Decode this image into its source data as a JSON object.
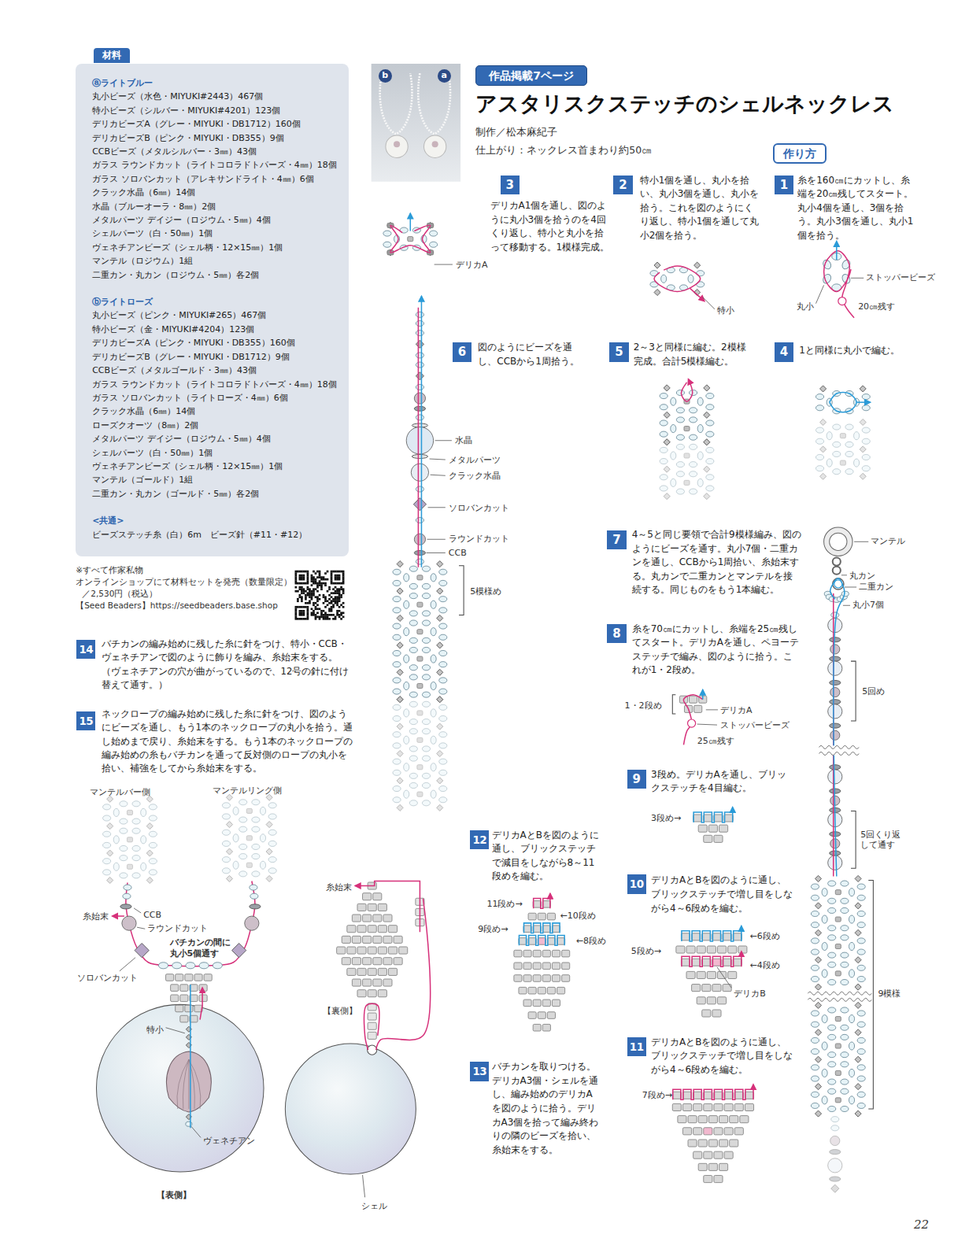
{
  "diagram": {
    "title": "アスタリスクステッチのシェルネックレス",
    "nodes": [
      {
        "text": [
          "材料"
        ]
      },
      {
        "text": [
          "ⓐライトブルー",
          "丸小ビーズ（水色・MIYUKI#2443）467個",
          "特小ビーズ（シルバー・MIYUKI#4201）123個",
          "デリカビーズA（グレー・MIYUKI・DB1712）160個",
          "デリカビーズB（ピンク・MIYUKI・DB355）9個",
          "CCBビーズ（メタルシルバー・3㎜）43個",
          "ガラス ラウンドカット（ライトコロラドトパーズ・4㎜）18個",
          "ガラス ソロバンカット（アレキサンドライト・4㎜）6個",
          "クラック水晶（6㎜）14個",
          "水晶（ブルーオーラ・8㎜）2個",
          "メタルパーツ デイジー（ロジウム・5㎜）4個",
          "シェルパーツ（白・50㎜）1個",
          "ヴェネチアンビーズ（シェル柄・12×15㎜）1個",
          "マンテル（ロジウム）1組",
          "二重カン・丸カン（ロジウム・5㎜）各2個",
          "ⓑライトローズ",
          "丸小ビーズ（ピンク・MIYUKI#265）467個",
          "特小ビーズ（金・MIYUKI#4204）123個",
          "デリカビーズA（ピンク・MIYUKI・DB355）160個",
          "デリカビーズB（グレー・MIYUKI・DB1712）9個",
          "CCBビーズ（メタルゴールド・3㎜）43個",
          "ガラス ラウンドカット（ライトコロラドトパーズ・4㎜）18個",
          "ガラス ソロバンカット（ライトローズ・4㎜）6個",
          "クラック水晶（6㎜）14個",
          "ローズクオーツ（8㎜）2個",
          "メタルパーツ デイジー（ロジウム・5㎜）4個",
          "シェルパーツ（白・50㎜）1個",
          "ヴェネチアンビーズ（シェル柄・12×15㎜）1個",
          "マンテル（ゴールド）1組",
          "二重カン・丸カン（ゴールド・5㎜）各2個",
          "<共通>",
          "ビーズステッチ糸（白）6m　ビーズ針（#11・#12）"
        ]
      },
      {
        "text": [
          "b"
        ]
      },
      {
        "text": [
          "a"
        ]
      },
      {
        "text": [
          "作品掲載7ページ"
        ]
      },
      {
        "text": [
          "作り方"
        ]
      },
      {
        "text": [
          "1",
          "糸を160㎝にカットし、糸端を20㎝残してスタート。丸小4個を通し、3個を拾う。丸小3個を通し、丸小1個を拾う。"
        ]
      },
      {
        "text": [
          "2",
          "特小1個を通し、丸小を拾い、丸小3個を通し、丸小を拾う。これを図のようにくり返し、特小1個を通して丸小2個を拾う。"
        ]
      },
      {
        "text": [
          "3",
          "デリカA1個を通し、図のように丸小3個を拾うのを4回くり返し、特小と丸小を拾って移動する。1模様完成。"
        ]
      },
      {
        "text": [
          "4",
          "1と同様に丸小で編む。"
        ]
      },
      {
        "text": [
          "5",
          "2～3と同様に編む。2模様完成。合計5模様編む。"
        ]
      },
      {
        "text": [
          "6",
          "図のようにビーズを通し、CCBから1周拾う。"
        ]
      },
      {
        "text": [
          "7",
          "4～5と同じ要領で合計9模様編み、図のようにビーズを通す。丸小7個・二重カンを通し、CCBから1周拾い、糸始末する。丸カンで二重カンとマンテルを接続する。同じものをもう1本編む。"
        ]
      },
      {
        "text": [
          "8",
          "糸を70㎝にカットし、糸端を25㎝残してスタート。デリカAを通し、ペヨーテステッチで編み、図のように拾う。これが1・2段め。"
        ]
      },
      {
        "text": [
          "9",
          "3段め。デリカAを通し、ブリックステッチを4目編む。"
        ]
      },
      {
        "text": [
          "10",
          "デリカAとBを図のように通し、ブリックステッチで増し目をしながら4～6段めを編む。"
        ]
      },
      {
        "text": [
          "11",
          "デリカAとBを図のように通し、ブリックステッチで増し目をしながら4～6段めを編む。"
        ]
      },
      {
        "text": [
          "12",
          "デリカAとBを図のように通し、ブリックステッチで減目をしながら8～11段めを編む。"
        ]
      },
      {
        "text": [
          "13",
          "バチカンを取りつける。デリカA3個・シェルを通し、編み始めのデリカAを図のように拾う。デリカA3個を拾って編み終わりの隣のビーズを拾い、糸始末をする。"
        ]
      },
      {
        "text": [
          "14",
          "バチカンの編み始めに残した糸に針をつけ、特小・CCB・ヴェネチアンで図のように飾りを編み、糸始末をする。（ヴェネチアンの穴が曲がっているので、12号の針に付け替えて通す。）"
        ]
      },
      {
        "text": [
          "15",
          "ネックロープの編み始めに残した糸に針をつけ、図のようにビーズを通し、もう1本のネックロープの丸小を拾う。通し始めまで戻り、糸始末をする。もう1本のネックロープの編み始めの糸もバチカンを通って反対側のロープの丸小を拾い、補強をしてから糸始末をする。"
        ]
      }
    ],
    "labels": [
      "制作／松本麻紀子",
      "仕上がり：ネックレス首まわり約50㎝",
      "※すべて作家私物",
      "オンラインショップにて材料セットを発売（数量限定）",
      "／2,530円（税込）",
      "【Seed Beaders】https://seedbeaders.base.shop",
      "デリカA",
      "ストッパービーズ",
      "丸小",
      "20㎝残す",
      "特小",
      "水晶",
      "メタルパーツ",
      "クラック水晶",
      "ソロバンカット",
      "ラウンドカット",
      "CCB",
      "5模様め",
      "マンテル",
      "丸カン",
      "二重カン",
      "丸小7個",
      "5回め",
      "5回くり返して通す",
      "9模様",
      "1・2段め",
      "デリカA",
      "ストッパービーズ",
      "25㎝残す",
      "3段め→",
      "←6段め",
      "5段め→",
      "←4段め",
      "デリカB",
      "7段め→",
      "11段め→",
      "←10段め",
      "9段め→",
      "←8段め",
      "糸始末",
      "【裏側】",
      "シェル",
      "マンテルバー側",
      "マンテルリング側",
      "糸始末",
      "CCB",
      "ラウンドカット",
      "バチカンの間に 丸小5個通す",
      "ソロバンカット",
      "特小",
      "ヴェネチアン",
      "【表側】",
      "22"
    ]
  }
}
